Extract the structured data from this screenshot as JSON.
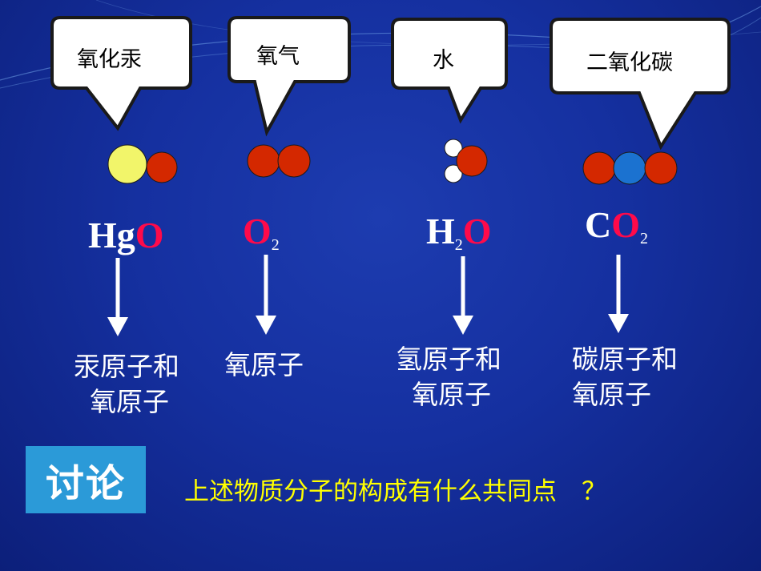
{
  "callouts": [
    {
      "name": "mercury-oxide",
      "label": "氧化汞"
    },
    {
      "name": "oxygen",
      "label": "氧气"
    },
    {
      "name": "water",
      "label": "水"
    },
    {
      "name": "carbon-dioxide",
      "label": "二氧化碳"
    }
  ],
  "formulas": {
    "hgo": {
      "prefix": "Hg",
      "oxygen": "O"
    },
    "o2": {
      "oxygen": "O",
      "sub": "2"
    },
    "h2o": {
      "prefix": "H",
      "sub": "2",
      "oxygen": "O"
    },
    "co2": {
      "prefix": "C",
      "oxygen": "O",
      "sub": "2"
    }
  },
  "descriptions": {
    "hgo": [
      "汞原子和",
      "氧原子"
    ],
    "o2": [
      "氧原子"
    ],
    "h2o": [
      "氢原子和",
      "氧原子"
    ],
    "co2": [
      "碳原子和",
      "氧原子"
    ]
  },
  "discussion": {
    "label": "讨论",
    "question": "上述物质分子的构成有什么共同点　？"
  },
  "colors": {
    "oxygen_atom": "#d42800",
    "mercury_atom": "#f2f56a",
    "carbon_atom": "#1b72d0",
    "hydrogen_atom": "#ffffff",
    "oxygen_text": "#ff0a4a",
    "question_text": "#ffff00",
    "discussion_box": "#2b9ad8"
  }
}
